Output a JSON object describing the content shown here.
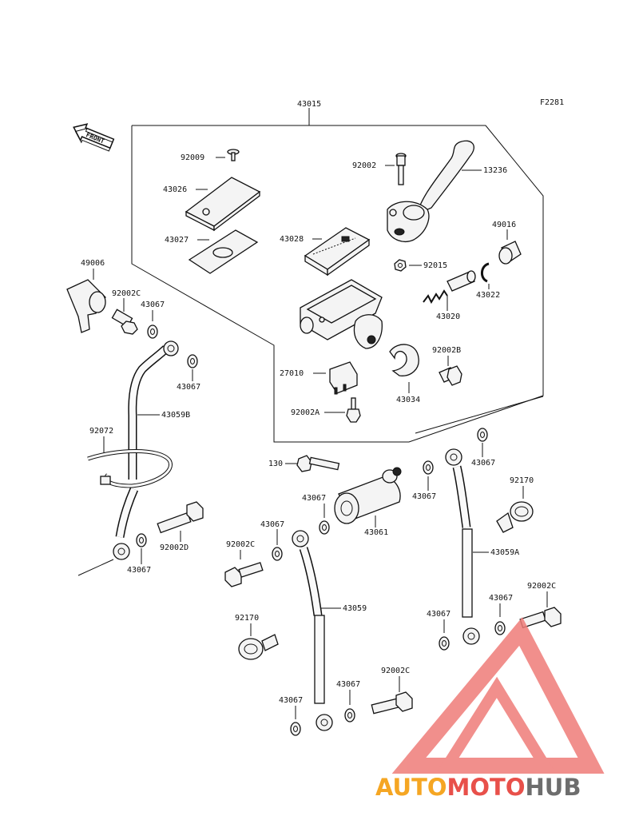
{
  "diagram": {
    "code": "F2281",
    "front_label": "FRONT",
    "assembly_label": "43015",
    "labels": {
      "p92009": "92009",
      "p43026": "43026",
      "p43027": "43027",
      "p92002": "92002",
      "p13236": "13236",
      "p49016": "49016",
      "p43028": "43028",
      "p92015": "92015",
      "p43022": "43022",
      "p43020": "43020",
      "p92002b": "92002B",
      "p27010": "27010",
      "p43034": "43034",
      "p92002a": "92002A",
      "p49006": "49006",
      "p92002c_1": "92002C",
      "p43067_1": "43067",
      "p43067_2": "43067",
      "p43059b": "43059B",
      "p92072": "92072",
      "p43067_3": "43067",
      "p92002d": "92002D",
      "p130": "130",
      "p43067_4": "43067",
      "p43067_5": "43067",
      "p43061": "43061",
      "p43067_6": "43067",
      "p43067_7": "43067",
      "p92170_1": "92170",
      "p43059a": "43059A",
      "p92002c_2": "92002C",
      "p92002c_3": "92002C",
      "p43067_8": "43067",
      "p43067_9": "43067",
      "p43059": "43059",
      "p92170_2": "92170",
      "p43067_10": "43067",
      "p92002c_4": "92002C",
      "p43067_11": "43067"
    }
  },
  "watermark": {
    "part1": "AUTO",
    "part2": "MOTO",
    "part3": "HUB",
    "color_orange": "#f5a623",
    "color_red": "#e8504a",
    "color_gray": "#6d6d6d",
    "logo_color": "#ef7c78"
  }
}
